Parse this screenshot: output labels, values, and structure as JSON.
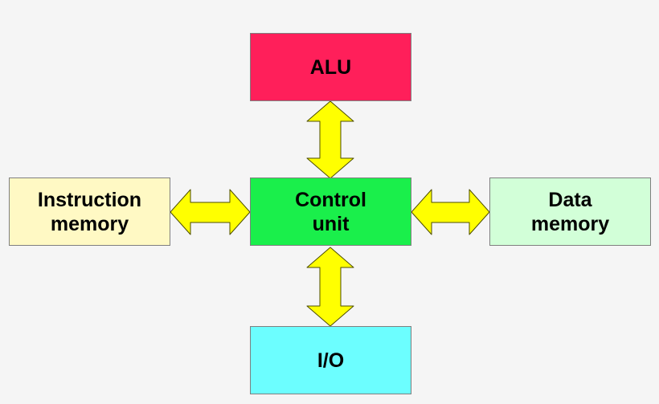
{
  "blocks": {
    "alu": {
      "label": "ALU",
      "color": "#ff1f5a"
    },
    "control_unit": {
      "label": "Control\nunit",
      "color": "#1aef4b"
    },
    "io": {
      "label": "I/O",
      "color": "#6cfeff"
    },
    "instruction_memory": {
      "label": "Instruction\nmemory",
      "color": "#fff9c4"
    },
    "data_memory": {
      "label": "Data\nmemory",
      "color": "#d2ffd8"
    }
  },
  "arrows": {
    "fill_color": "#ffff00",
    "stroke_color": "#4d4d00"
  }
}
